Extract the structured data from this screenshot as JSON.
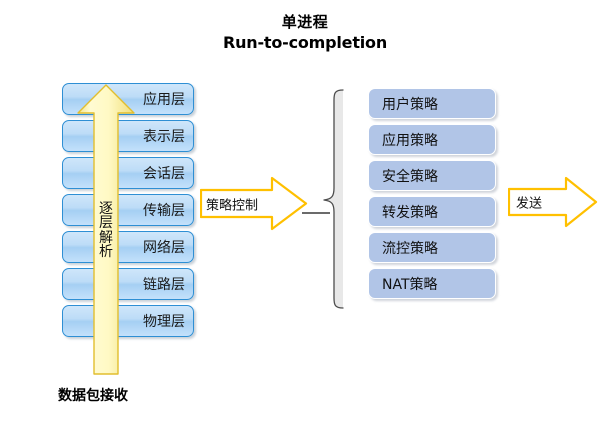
{
  "title": {
    "line1": "单进程",
    "line2": "Run-to-completion"
  },
  "osi_stack": {
    "layers": [
      {
        "label": "应用层"
      },
      {
        "label": "表示层"
      },
      {
        "label": "会话层"
      },
      {
        "label": "传输层"
      },
      {
        "label": "网络层"
      },
      {
        "label": "链路层"
      },
      {
        "label": "物理层"
      }
    ],
    "arrow": {
      "label_chars": [
        "逐",
        "层",
        "解",
        "析"
      ],
      "direction": "up",
      "fill_color": "#FFF6B0",
      "border_color": "#E8C33C"
    },
    "caption": "数据包接收"
  },
  "policy_arrow": {
    "label": "策略控制",
    "direction": "right",
    "fill_color": "#FFFFFF",
    "border_color": "#FFC000"
  },
  "policy_group": {
    "brace": "left-curly-brace",
    "items": [
      {
        "label": "用户策略"
      },
      {
        "label": "应用策略"
      },
      {
        "label": "安全策略"
      },
      {
        "label": "转发策略"
      },
      {
        "label": "流控策略"
      },
      {
        "label": "NAT策略"
      }
    ],
    "box_fill_color": "#B1C5E7"
  },
  "send_arrow": {
    "label": "发送",
    "direction": "right",
    "fill_color": "#FFFFFF",
    "border_color": "#FFC000"
  },
  "colors": {
    "layer_box_border": "#2E8FD4",
    "layer_box_fill": "#BDDCF7",
    "brace_stroke": "#4D4D4D",
    "background": "#FFFFFF"
  }
}
